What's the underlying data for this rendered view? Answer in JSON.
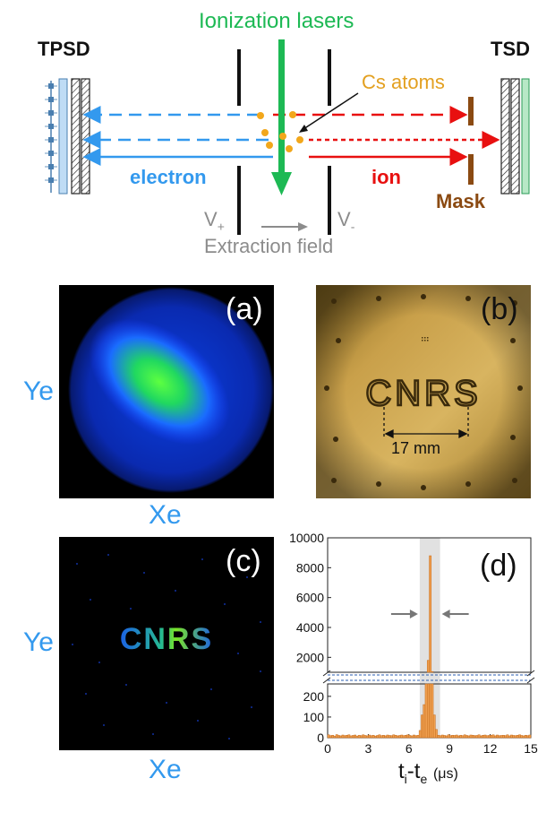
{
  "schematic": {
    "tpsd_label": "TPSD",
    "tsd_label": "TSD",
    "lasers_label": "Ionization lasers",
    "cs_label": "Cs atoms",
    "electron_label": "electron",
    "ion_label": "ion",
    "mask_label": "Mask",
    "v_plus": "V",
    "v_plus_sub": "+",
    "v_minus": "V",
    "v_minus_sub": "-",
    "field_label": "Extraction field",
    "colors": {
      "electron": "#3399ee",
      "ion": "#e81010",
      "laser": "#1db954",
      "cs": "#f2a71b",
      "mask": "#8b4a12",
      "field": "#8c8c8c"
    }
  },
  "panel_a": {
    "tag": "(a)",
    "ylabel": "Ye",
    "xlabel": "Xe"
  },
  "panel_b": {
    "tag": "(b)",
    "engraving": "CNRS",
    "dimension": "17 mm"
  },
  "panel_c": {
    "tag": "(c)",
    "ylabel": "Ye",
    "xlabel": "Xe",
    "image_text": "CNRS"
  },
  "panel_d": {
    "tag": "(d)",
    "xlabel_main": "t",
    "xlabel_sub_i": "i",
    "xlabel_mid": "-t",
    "xlabel_sub_e": "e",
    "xlabel_unit": "(μs)"
  },
  "chart_data": {
    "type": "bar",
    "x_label": "ti-te (μs)",
    "xlim": [
      0,
      15
    ],
    "x_ticks": [
      0,
      3,
      6,
      9,
      12,
      15
    ],
    "y_axis_break": true,
    "ylim_lower": [
      0,
      260
    ],
    "ylim_upper": [
      1000,
      10000
    ],
    "y_ticks_lower": [
      0,
      100,
      200
    ],
    "y_ticks_upper": [
      2000,
      4000,
      6000,
      8000,
      10000
    ],
    "highlight_window": [
      6.8,
      8.3
    ],
    "bin_width": 0.15,
    "bins_x": [
      0.075,
      0.225,
      0.375,
      0.525,
      0.675,
      0.825,
      0.975,
      1.125,
      1.275,
      1.425,
      1.575,
      1.725,
      1.875,
      2.025,
      2.175,
      2.325,
      2.475,
      2.625,
      2.775,
      2.925,
      3.075,
      3.225,
      3.375,
      3.525,
      3.675,
      3.825,
      3.975,
      4.125,
      4.275,
      4.425,
      4.575,
      4.725,
      4.875,
      5.025,
      5.175,
      5.325,
      5.475,
      5.625,
      5.775,
      5.925,
      6.075,
      6.225,
      6.375,
      6.525,
      6.675,
      6.825,
      6.975,
      7.125,
      7.275,
      7.425,
      7.575,
      7.725,
      7.875,
      8.025,
      8.175,
      8.325,
      8.475,
      8.625,
      8.775,
      8.925,
      9.075,
      9.225,
      9.375,
      9.525,
      9.675,
      9.825,
      9.975,
      10.125,
      10.275,
      10.425,
      10.575,
      10.725,
      10.875,
      11.025,
      11.175,
      11.325,
      11.475,
      11.625,
      11.775,
      11.925,
      12.075,
      12.225,
      12.375,
      12.525,
      12.675,
      12.825,
      12.975,
      13.125,
      13.275,
      13.425,
      13.575,
      13.725,
      13.875,
      14.025,
      14.175,
      14.325,
      14.475,
      14.625,
      14.775,
      14.925
    ],
    "counts": [
      14,
      10,
      12,
      8,
      15,
      11,
      9,
      13,
      10,
      12,
      14,
      9,
      11,
      13,
      8,
      12,
      10,
      14,
      11,
      9,
      13,
      10,
      12,
      8,
      11,
      14,
      10,
      12,
      9,
      13,
      11,
      10,
      14,
      12,
      9,
      11,
      13,
      10,
      12,
      14,
      11,
      9,
      13,
      10,
      12,
      35,
      110,
      160,
      260,
      1800,
      8800,
      1050,
      110,
      40,
      12,
      10,
      13,
      11,
      9,
      14,
      10,
      12,
      11,
      13,
      9,
      12,
      10,
      14,
      11,
      9,
      13,
      12,
      10,
      11,
      14,
      9,
      12,
      13,
      10,
      11,
      12,
      14,
      9,
      13,
      10,
      11,
      12,
      10,
      14,
      9,
      13,
      11,
      10,
      12,
      14,
      11,
      9,
      12,
      10,
      13
    ]
  }
}
